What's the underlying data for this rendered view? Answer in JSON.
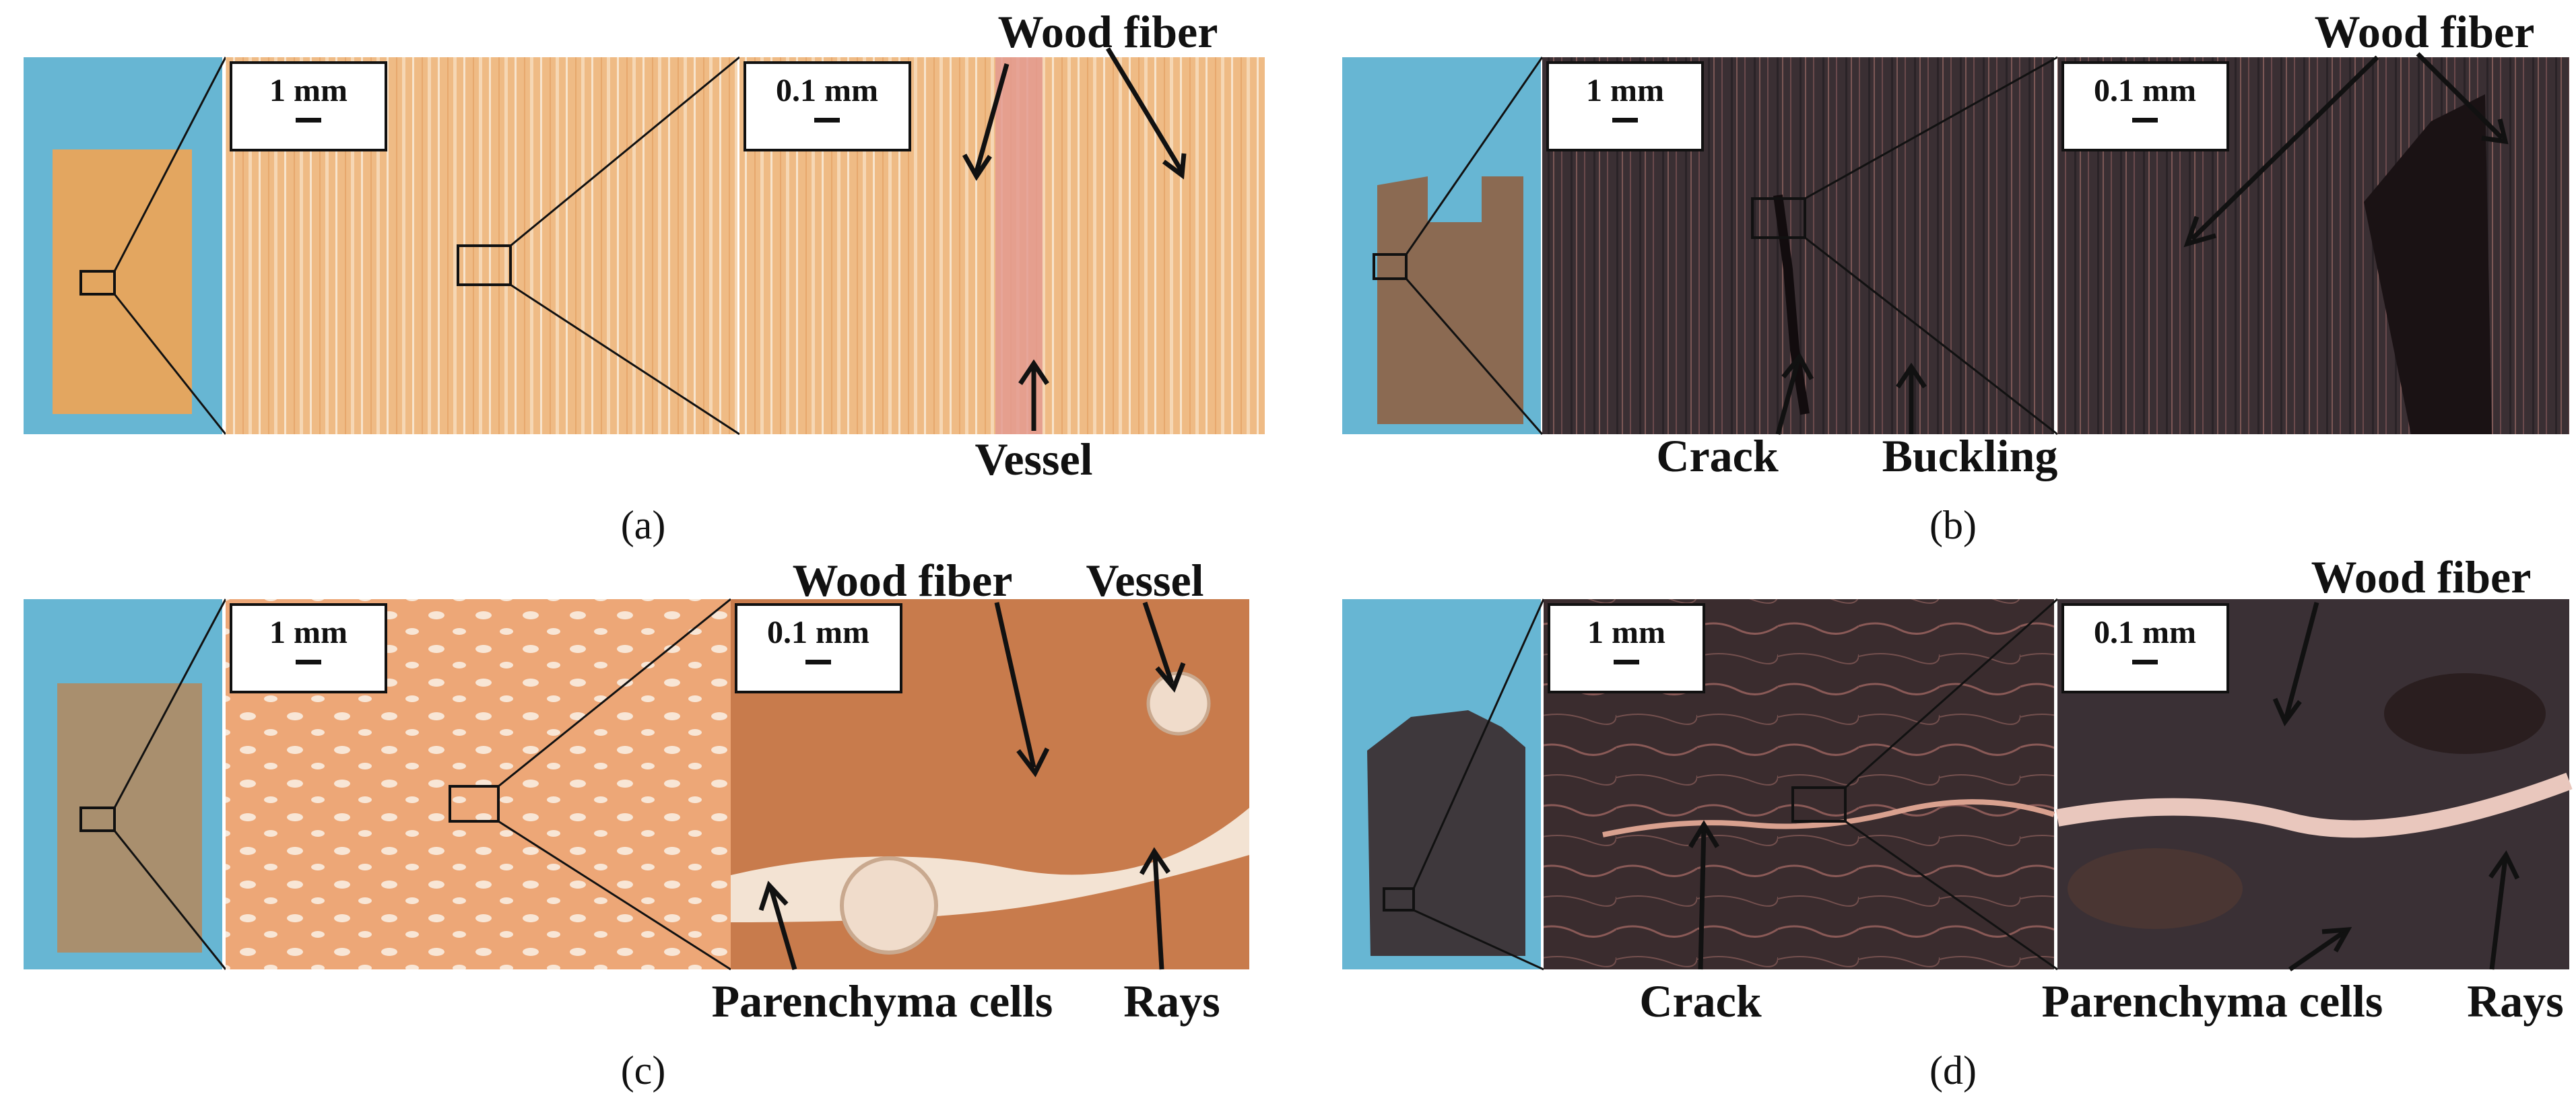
{
  "captions": {
    "a": "(a)",
    "b": "(b)",
    "c": "(c)",
    "d": "(d)"
  },
  "scalebars": {
    "low": "1 mm",
    "high": "0.1 mm"
  },
  "labels": {
    "wood_fiber": "Wood fiber",
    "vessel": "Vessel",
    "crack": "Crack",
    "buckling": "Buckling",
    "parenchyma": "Parenchyma cells",
    "rays": "Rays"
  },
  "colors": {
    "backdrop": "#67b6d3",
    "wood_light": "#e3a660",
    "wood_dark": "#3c3236",
    "micro_light": "#f2c394",
    "micro_dark": "#2f2b31"
  }
}
